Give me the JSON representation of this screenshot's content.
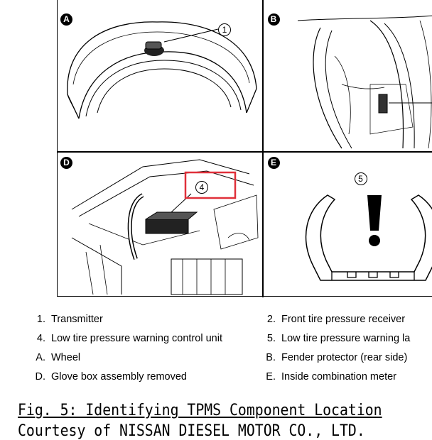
{
  "figure": {
    "panels": [
      {
        "letter": "A",
        "callout": "1"
      },
      {
        "letter": "B",
        "callout": ""
      },
      {
        "letter": "D",
        "callout": "4"
      },
      {
        "letter": "E",
        "callout": "5"
      }
    ]
  },
  "legend": {
    "left": [
      {
        "key": "1.",
        "text": "Transmitter"
      },
      {
        "key": "4.",
        "text": "Low tire pressure warning control unit"
      },
      {
        "key": "A.",
        "text": "Wheel"
      },
      {
        "key": "D.",
        "text": "Glove box assembly removed"
      }
    ],
    "right": [
      {
        "key": "2.",
        "text": "Front tire pressure receiver"
      },
      {
        "key": "5.",
        "text": "Low tire pressure warning la"
      },
      {
        "key": "B.",
        "text": "Fender protector (rear side)"
      },
      {
        "key": "E.",
        "text": "Inside combination meter"
      }
    ]
  },
  "caption": "Fig. 5: Identifying TPMS Component Location",
  "copyright": "Courtesy of NISSAN DIESEL MOTOR CO., LTD.",
  "colors": {
    "highlight_box": "#e0303a",
    "ink": "#000000"
  }
}
